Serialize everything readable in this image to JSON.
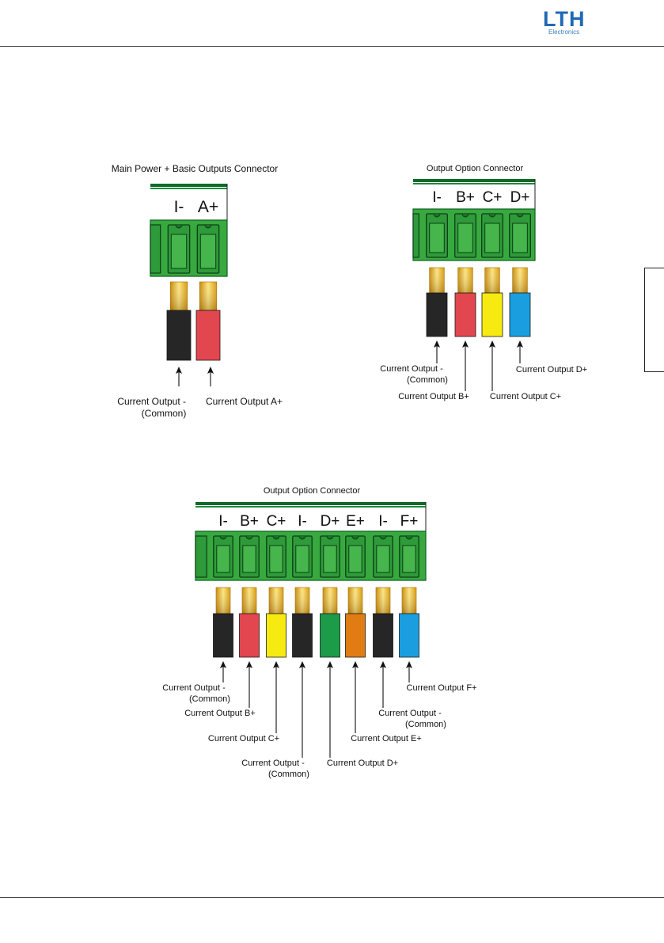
{
  "logo": {
    "main": "LTH",
    "sub": "Electronics"
  },
  "colors": {
    "black": "#262626",
    "red": "#e2464e",
    "yellow": "#f6ea10",
    "blue": "#1a9ee0",
    "green": "#1c9b48",
    "orange": "#e07c13",
    "connector_green": "#38a93f",
    "tip_gold": "#e7b318"
  },
  "diagrams": [
    {
      "id": "basic",
      "title": "Main Power + Basic Outputs Connector",
      "terminals": [
        "I-",
        "A+"
      ],
      "wires": [
        "black",
        "red"
      ],
      "labels": [
        {
          "lines": [
            "Current Output -",
            "(Common)"
          ]
        },
        {
          "lines": [
            "Current Output A+"
          ]
        }
      ]
    },
    {
      "id": "option4",
      "title": "Output Option Connector",
      "terminals": [
        "I-",
        "B+",
        "C+",
        "D+"
      ],
      "wires": [
        "black",
        "red",
        "yellow",
        "blue"
      ],
      "labels": [
        {
          "lines": [
            "Current Output -",
            "(Common)"
          ]
        },
        {
          "lines": [
            "Current Output B+"
          ]
        },
        {
          "lines": [
            "Current Output C+"
          ]
        },
        {
          "lines": [
            "Current Output D+"
          ]
        }
      ]
    },
    {
      "id": "option8",
      "title": "Output Option Connector",
      "terminals": [
        "I-",
        "B+",
        "C+",
        "I-",
        "D+",
        "E+",
        "I-",
        "F+"
      ],
      "wires": [
        "black",
        "red",
        "yellow",
        "black",
        "green",
        "orange",
        "black",
        "blue"
      ],
      "labels": [
        {
          "lines": [
            "Current Output -",
            "(Common)"
          ]
        },
        {
          "lines": [
            "Current Output B+"
          ]
        },
        {
          "lines": [
            "Current Output C+"
          ]
        },
        {
          "lines": [
            "Current Output -",
            "(Common)"
          ]
        },
        {
          "lines": [
            "Current Output D+"
          ]
        },
        {
          "lines": [
            "Current Output E+"
          ]
        },
        {
          "lines": [
            "Current Output -",
            "(Common)"
          ]
        },
        {
          "lines": [
            "Current Output F+"
          ]
        }
      ]
    }
  ]
}
